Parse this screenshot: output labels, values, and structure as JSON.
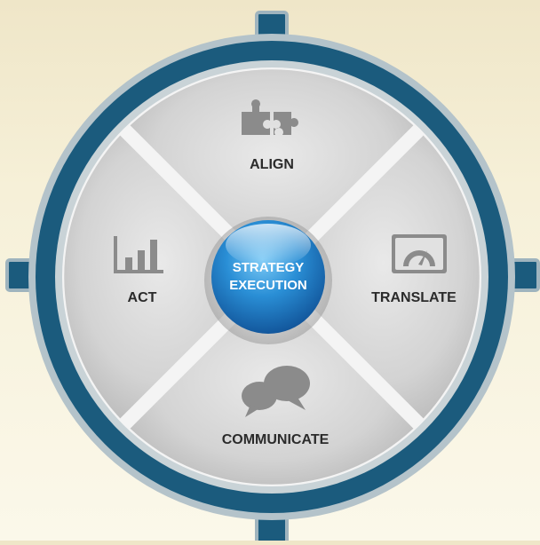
{
  "center": {
    "line1": "STRATEGY",
    "line2": "EXECUTION"
  },
  "segments": {
    "top": {
      "label": "ALIGN",
      "icon": "puzzle-icon"
    },
    "right": {
      "label": "TRANSLATE",
      "icon": "speedometer-icon"
    },
    "bottom": {
      "label": "COMMUNICATE",
      "icon": "chat-bubbles-icon"
    },
    "left": {
      "label": "ACT",
      "icon": "bar-chart-icon"
    }
  },
  "colors": {
    "ring": "#1b5b7d",
    "ring_outline": "#9fb4be",
    "segment": "#d6d6d6",
    "icon": "#8b8b8b",
    "label": "#2b2b2b",
    "center_sphere": "#2a8fd6"
  }
}
